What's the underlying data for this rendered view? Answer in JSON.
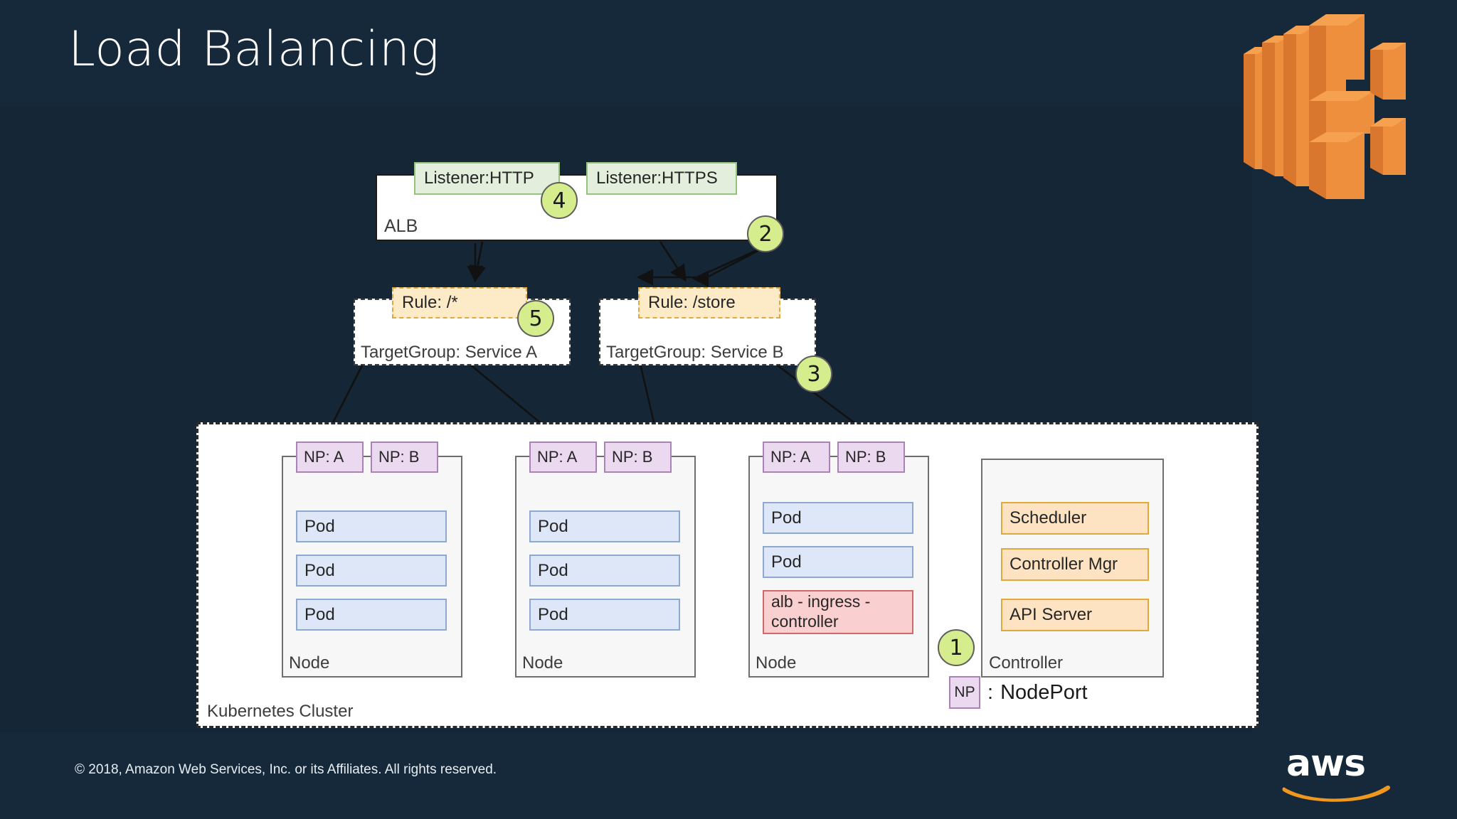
{
  "slide": {
    "title": "Load Balancing",
    "footer": "© 2018, Amazon Web Services, Inc. or its Affiliates. All rights reserved.",
    "brand_wordmark": "aws",
    "background_color": "#16293a",
    "accent_orange": "#ec912d",
    "badge_color": "#d6ed8e"
  },
  "alb": {
    "label": "ALB",
    "listeners": [
      {
        "label": "Listener:HTTP"
      },
      {
        "label": "Listener:HTTPS"
      }
    ],
    "badges": [
      {
        "number": "4"
      },
      {
        "number": "2"
      }
    ]
  },
  "target_groups": [
    {
      "rule": "Rule: /*",
      "label": "TargetGroup: Service A",
      "badge": "5"
    },
    {
      "rule": "Rule: /store",
      "label": "TargetGroup: Service B",
      "badge": "3"
    }
  ],
  "cluster": {
    "label": "Kubernetes Cluster",
    "legend": {
      "chip": "NP",
      "separator": ":",
      "text": "NodePort"
    },
    "nodes": [
      {
        "label": "Node",
        "nodeports": [
          "NP: A",
          "NP: B"
        ],
        "pods": [
          "Pod",
          "Pod",
          "Pod"
        ],
        "ingress": null
      },
      {
        "label": "Node",
        "nodeports": [
          "NP: A",
          "NP: B"
        ],
        "pods": [
          "Pod",
          "Pod",
          "Pod"
        ],
        "ingress": null
      },
      {
        "label": "Node",
        "nodeports": [
          "NP: A",
          "NP: B"
        ],
        "pods": [
          "Pod",
          "Pod"
        ],
        "ingress": "alb - ingress - controller"
      }
    ],
    "controller": {
      "label": "Controller",
      "components": [
        "Scheduler",
        "Controller Mgr",
        "API Server"
      ],
      "badge": "1"
    }
  }
}
